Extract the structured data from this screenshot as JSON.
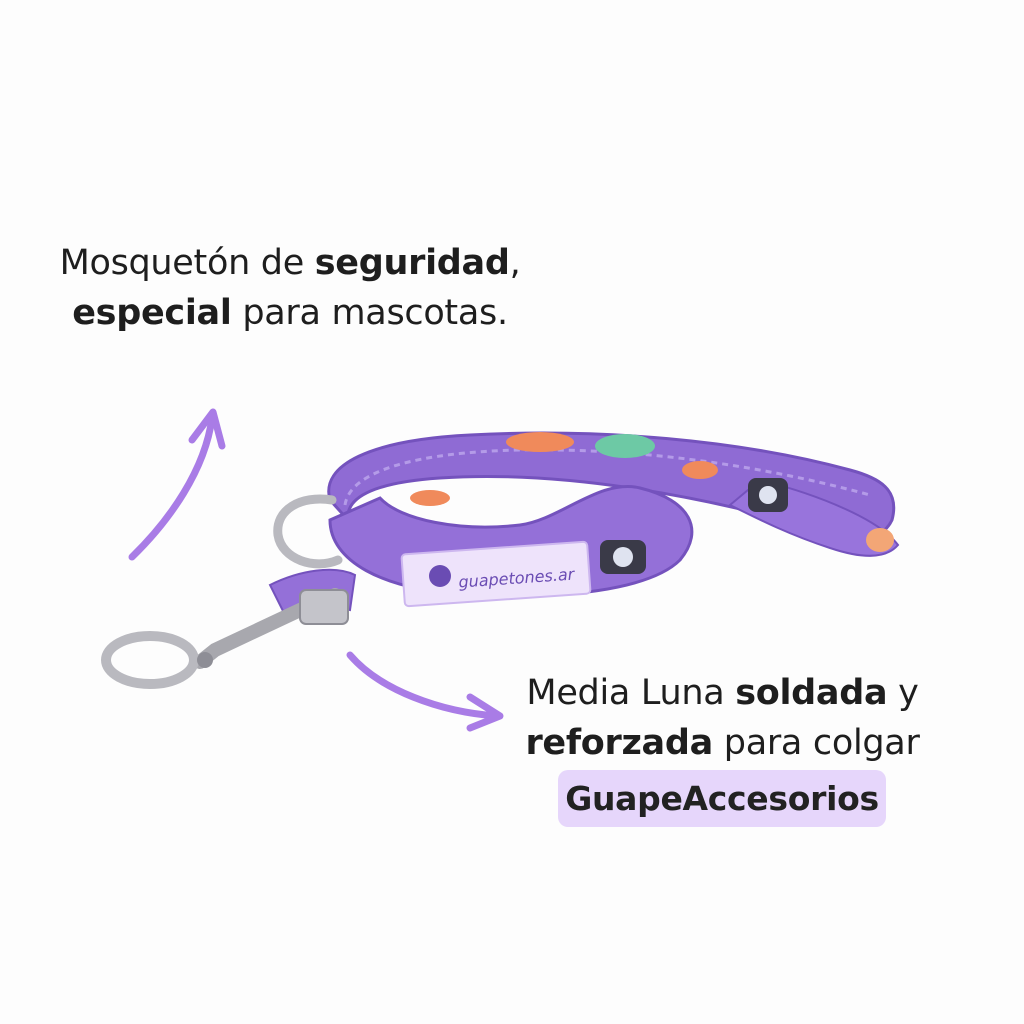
{
  "captions": {
    "clasp": {
      "line1_a": "Mosquetón de ",
      "line1_b": "seguridad",
      "line1_c": ",",
      "line2_a": "especial",
      "line2_b": " para mascotas."
    },
    "ring": {
      "line1_a": "Media Luna ",
      "line1_b": "soldada",
      "line1_c": " y",
      "line2_a": "reforzada",
      "line2_b": " para colgar"
    }
  },
  "brand": {
    "badge_label": "GuapeAccesorios",
    "tag_label": "guapetones.ar"
  },
  "colors": {
    "accent_purple": "#a97ce6",
    "badge_bg": "#e6d6fb",
    "leash_purple": "#9470d8",
    "leash_dark": "#7452bd",
    "tag_bg": "#eee3fb",
    "metal": "#b9b9bf"
  },
  "icons": {
    "arrow_up": "curved-arrow-up-icon",
    "arrow_right": "curved-arrow-right-icon",
    "tag_logo": "paw-logo-icon"
  }
}
